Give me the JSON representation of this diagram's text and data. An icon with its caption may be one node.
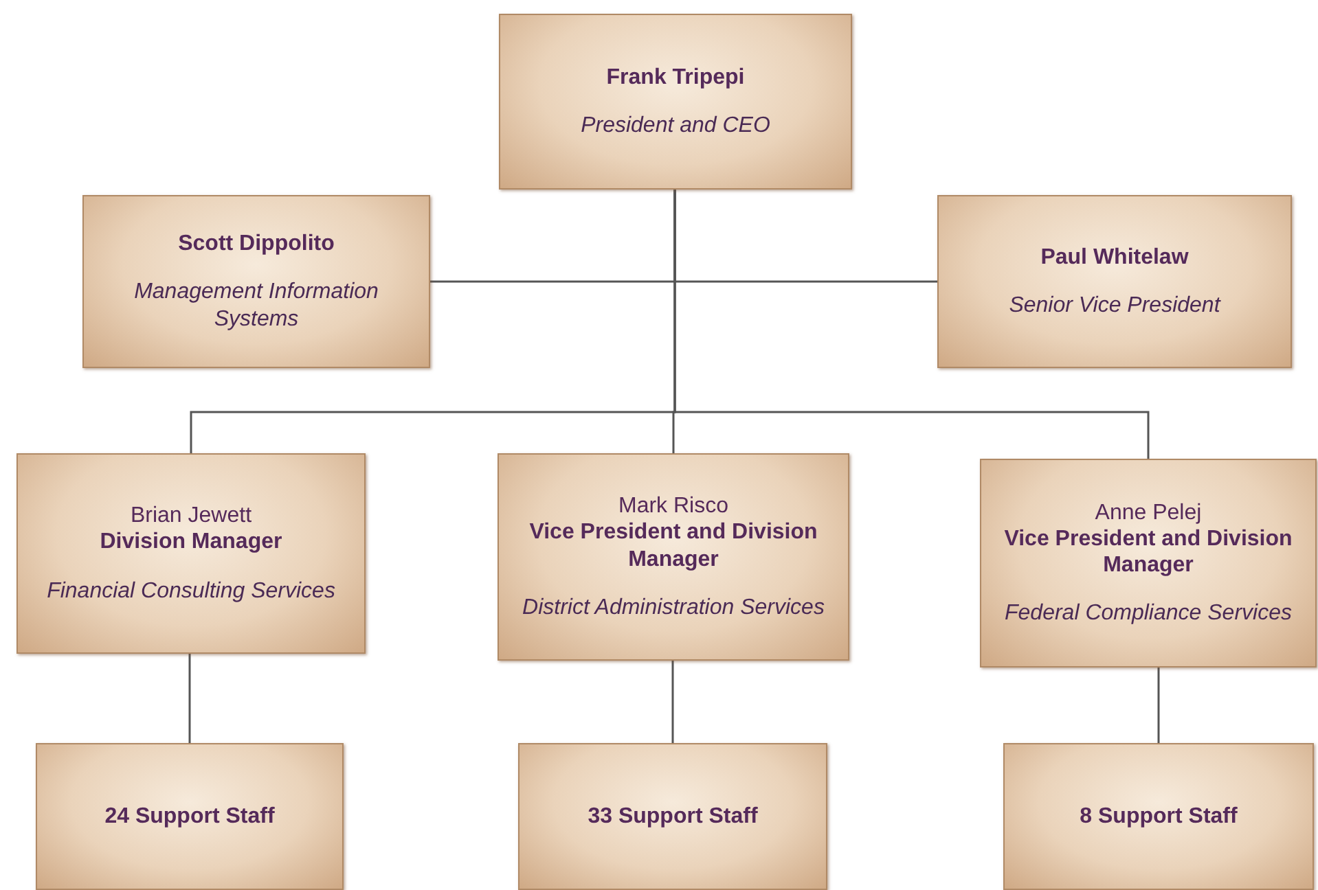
{
  "diagram": {
    "nodes": [
      {
        "text": [
          "Frank Tripepi",
          "President and CEO"
        ]
      },
      {
        "text": [
          "Scott Dippolito",
          "Management Information Systems"
        ]
      },
      {
        "text": [
          "Paul Whitelaw",
          "Senior Vice President"
        ]
      },
      {
        "text": [
          "Brian Jewett",
          "Division Manager",
          "Financial Consulting Services"
        ]
      },
      {
        "text": [
          "Mark Risco",
          "Vice President and Division Manager",
          "District Administration Services"
        ]
      },
      {
        "text": [
          "Anne Pelej",
          "Vice President and Division Manager",
          "Federal Compliance Services"
        ]
      },
      {
        "text": [
          "24 Support Staff"
        ]
      },
      {
        "text": [
          "33 Support Staff"
        ]
      },
      {
        "text": [
          "8 Support Staff"
        ]
      }
    ],
    "edges": [
      {
        "from": 0,
        "to": 1,
        "arrow": "none"
      },
      {
        "from": 0,
        "to": 2,
        "arrow": "none"
      },
      {
        "from": 0,
        "to": 3,
        "arrow": "none"
      },
      {
        "from": 0,
        "to": 4,
        "arrow": "none"
      },
      {
        "from": 0,
        "to": 5,
        "arrow": "none"
      },
      {
        "from": 3,
        "to": 6,
        "arrow": "none"
      },
      {
        "from": 4,
        "to": 7,
        "arrow": "none"
      },
      {
        "from": 5,
        "to": 8,
        "arrow": "none"
      }
    ]
  }
}
